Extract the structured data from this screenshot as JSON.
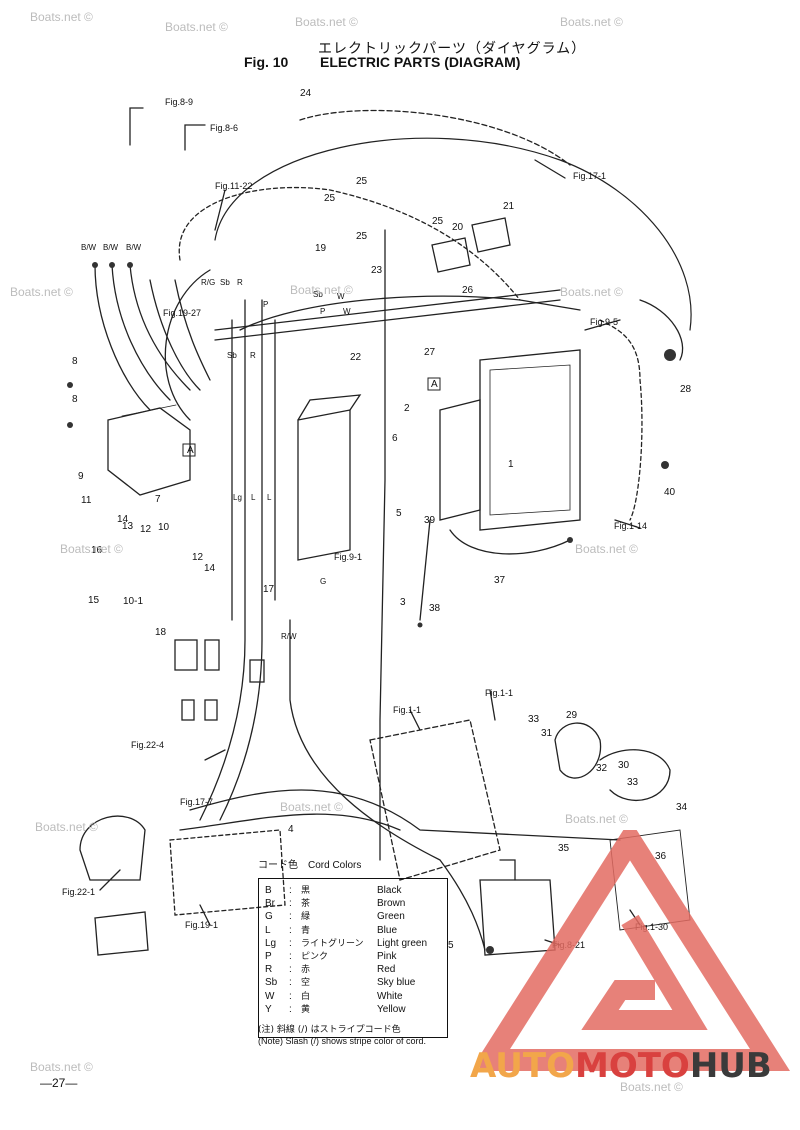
{
  "title": {
    "japanese": "エレクトリックパーツ（ダイヤグラム）",
    "fig": "Fig. 10",
    "english": "ELECTRIC PARTS (DIAGRAM)"
  },
  "callouts": [
    "24",
    "25",
    "25",
    "25",
    "25",
    "21",
    "20",
    "19",
    "23",
    "26",
    "22",
    "27",
    "28",
    "8",
    "8",
    "7",
    "9",
    "2",
    "6",
    "1",
    "5",
    "39",
    "40",
    "11",
    "14",
    "13",
    "12",
    "10",
    "16",
    "15",
    "10-1",
    "12",
    "14",
    "18",
    "17",
    "3",
    "38",
    "37",
    "33",
    "31",
    "29",
    "32",
    "30",
    "33",
    "34",
    "35",
    "36",
    "4",
    "5"
  ],
  "fig_refs": [
    "Fig.8-9",
    "Fig.8-6",
    "Fig.11-22",
    "Fig.17-1",
    "Fig.19-27",
    "Fig.9-5",
    "Fig.9-1",
    "Fig.1-14",
    "Fig.22-4",
    "Fig.17-7",
    "Fig.22-1",
    "Fig.19-1",
    "Fig.1-1",
    "Fig.1-1",
    "Fig.8-21",
    "Fig.1-30"
  ],
  "wire_labels": [
    "B/W",
    "B/W",
    "B/W",
    "R/G",
    "Sb",
    "R",
    "P",
    "Sb",
    "R",
    "Sb",
    "W",
    "P",
    "W",
    "Lg",
    "L",
    "L",
    "G",
    "R/W"
  ],
  "legend": {
    "title": "コード色　Cord Colors",
    "rows": [
      {
        "code": "B",
        "jp": "黒",
        "en": "Black"
      },
      {
        "code": "Br",
        "jp": "茶",
        "en": "Brown"
      },
      {
        "code": "G",
        "jp": "緑",
        "en": "Green"
      },
      {
        "code": "L",
        "jp": "青",
        "en": "Blue"
      },
      {
        "code": "Lg",
        "jp": "ライトグリーン",
        "en": "Light green"
      },
      {
        "code": "P",
        "jp": "ピンク",
        "en": "Pink"
      },
      {
        "code": "R",
        "jp": "赤",
        "en": "Red"
      },
      {
        "code": "Sb",
        "jp": "空",
        "en": "Sky blue"
      },
      {
        "code": "W",
        "jp": "白",
        "en": "White"
      },
      {
        "code": "Y",
        "jp": "黄",
        "en": "Yellow"
      }
    ]
  },
  "note": {
    "japanese": "(注) 斜線 (/) はストライプコード色",
    "english": "(Note)  Slash  (/)  shows stripe color of cord."
  },
  "page_number": "—27—",
  "watermark": "Boats.net ©",
  "logo": {
    "part1": "AUTO",
    "part2": "MOTO",
    "part3": "HUB"
  },
  "colors": {
    "logo_orange": "#f2a64a",
    "logo_red": "#d9413f",
    "logo_dark": "#3a3a3a",
    "logo_triangle": "#e36b62"
  }
}
